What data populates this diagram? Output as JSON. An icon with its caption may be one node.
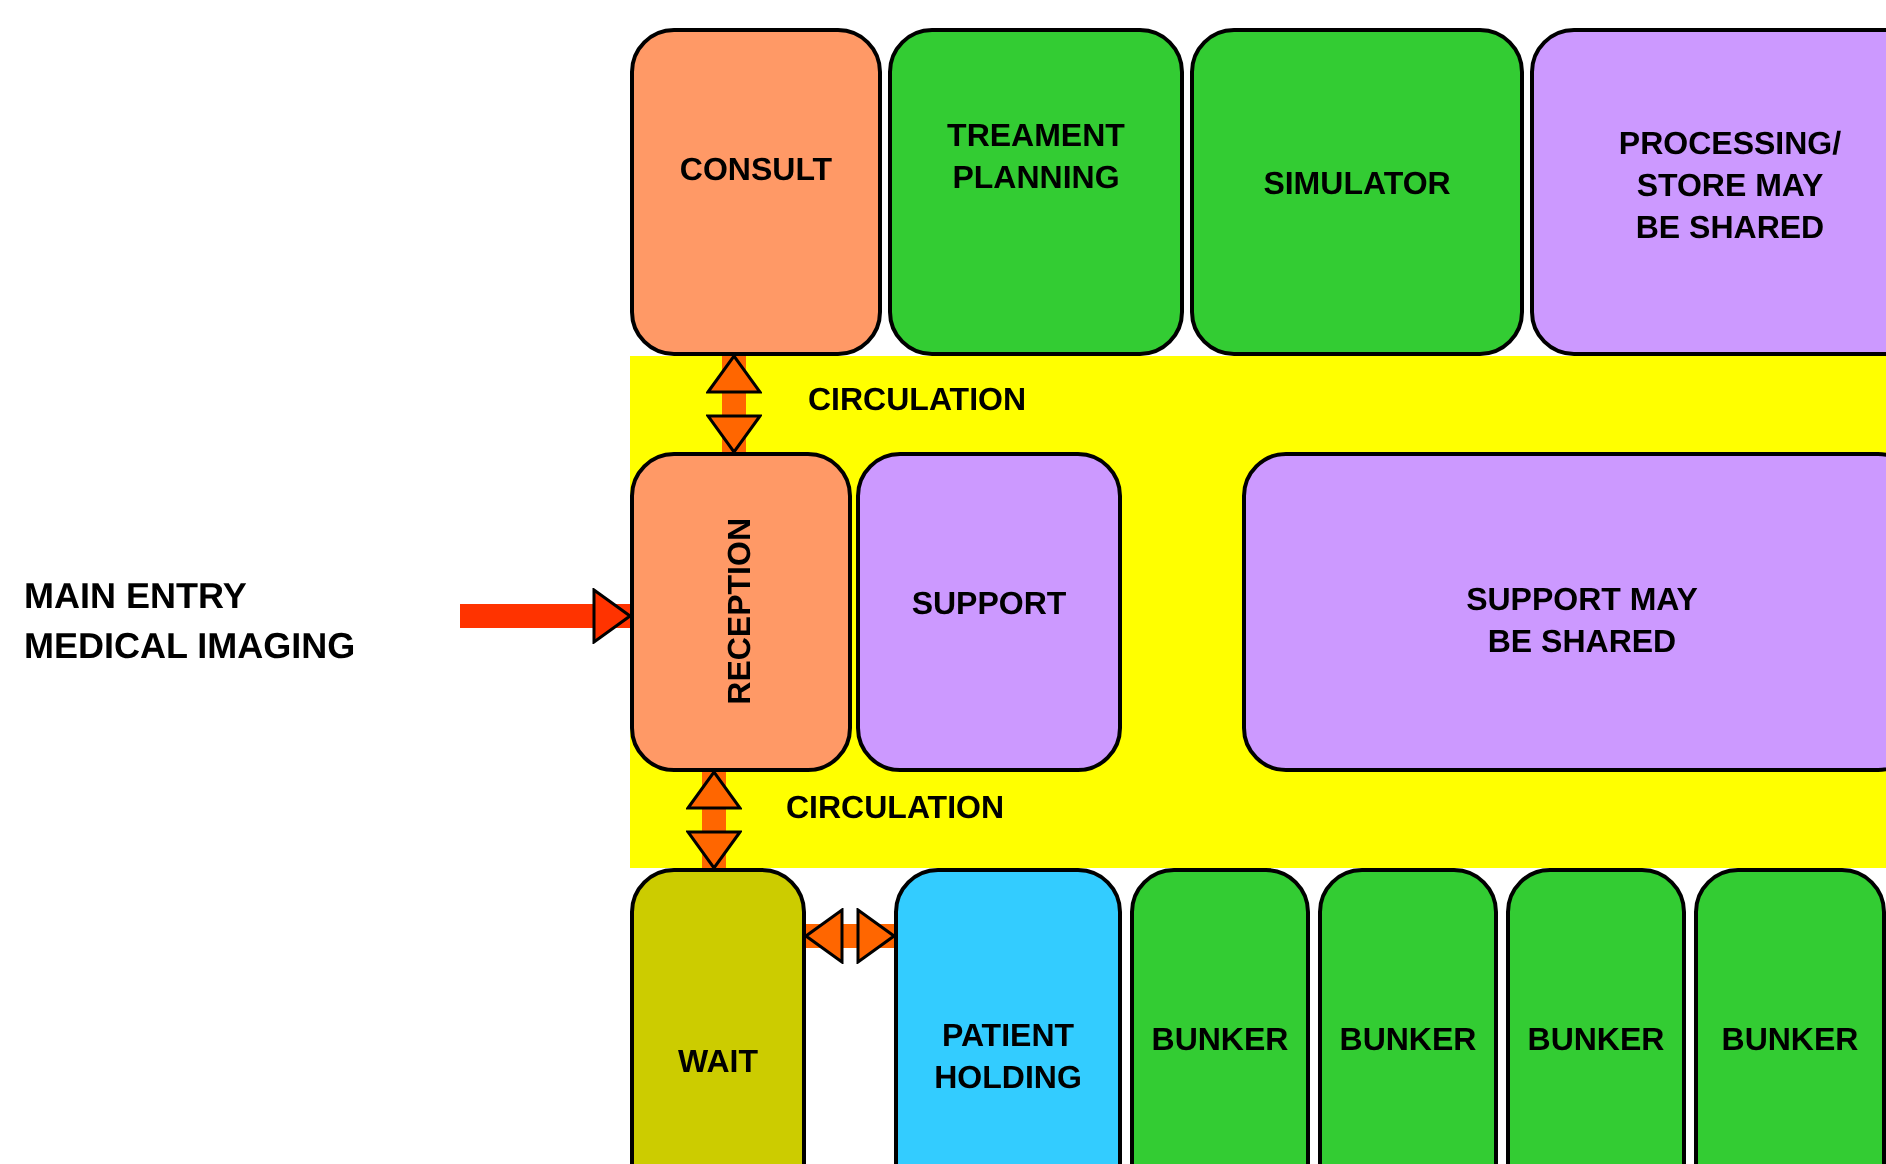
{
  "diagram": {
    "nodes": [
      {
        "text": [
          "CONSULT"
        ]
      },
      {
        "text": [
          "TREAMENT PLANNING"
        ]
      },
      {
        "text": [
          "SIMULATOR"
        ]
      },
      {
        "text": [
          "PROCESSING/ STORE MAY BE SHARED"
        ]
      },
      {
        "text": [
          "MAIN ENTRY MEDICAL IMAGING"
        ]
      },
      {
        "text": [
          "RECEPTION"
        ]
      },
      {
        "text": [
          "SUPPORT"
        ]
      },
      {
        "text": [
          "SUPPORT MAY BE SHARED"
        ]
      },
      {
        "text": [
          "WAIT"
        ]
      },
      {
        "text": [
          "PATIENT HOLDING"
        ]
      },
      {
        "text": [
          "BUNKER"
        ]
      },
      {
        "text": [
          "BUNKER"
        ]
      },
      {
        "text": [
          "BUNKER"
        ]
      },
      {
        "text": [
          "BUNKER"
        ]
      }
    ],
    "edges": [
      {
        "from": 4,
        "to": 5,
        "arrow": "to",
        "color": "#ff3300"
      },
      {
        "from": 0,
        "to": 5,
        "arrow": "both"
      },
      {
        "from": 5,
        "to": 8,
        "arrow": "both"
      },
      {
        "from": 8,
        "to": 9,
        "arrow": "both"
      }
    ],
    "labels": [
      "CIRCULATION",
      "CIRCULATION"
    ]
  }
}
